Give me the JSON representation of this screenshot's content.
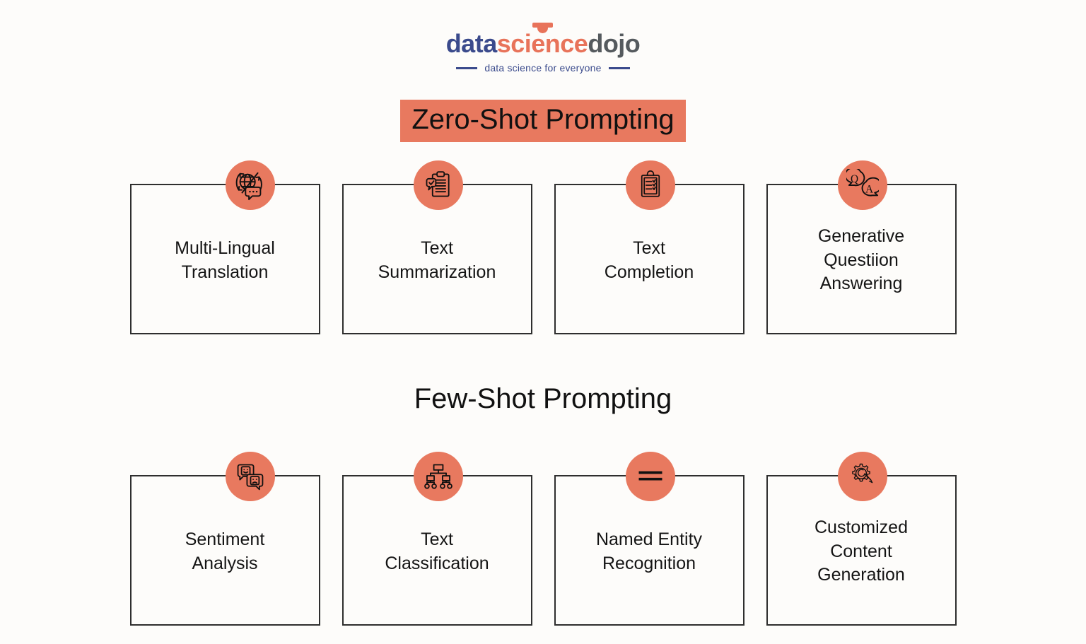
{
  "brand": {
    "wordmark_part1": "data",
    "wordmark_part2": "science",
    "wordmark_part3": "dojo",
    "tagline": "data science for everyone",
    "colors": {
      "navy": "#3a4a8c",
      "coral": "#e8735a",
      "gray": "#555a5e"
    }
  },
  "theme": {
    "background": "#fdfcfa",
    "accent": "#e8795f",
    "border": "#2e2e2e",
    "text": "#141414"
  },
  "sections": [
    {
      "id": "zero-shot",
      "heading": "Zero-Shot Prompting",
      "highlighted": true,
      "cards": [
        {
          "label": "Multi-Lingual\nTranslation",
          "icon": "globe-translate-icon"
        },
        {
          "label": "Text\nSummarization",
          "icon": "clipboard-check-icon"
        },
        {
          "label": "Text\nCompletion",
          "icon": "clipboard-checklist-icon"
        },
        {
          "label": "Generative\nQuestiion\nAnswering",
          "icon": "question-answer-bubbles-icon"
        }
      ]
    },
    {
      "id": "few-shot",
      "heading": "Few-Shot Prompting",
      "highlighted": false,
      "cards": [
        {
          "label": "Sentiment\nAnalysis",
          "icon": "happy-sad-bubbles-icon"
        },
        {
          "label": "Text\nClassification",
          "icon": "hierarchy-tree-icon"
        },
        {
          "label": "Named Entity\nRecognition",
          "icon": "double-bar-icon"
        },
        {
          "label": "Customized\nContent\nGeneration",
          "icon": "gear-wrench-icon"
        }
      ]
    }
  ]
}
